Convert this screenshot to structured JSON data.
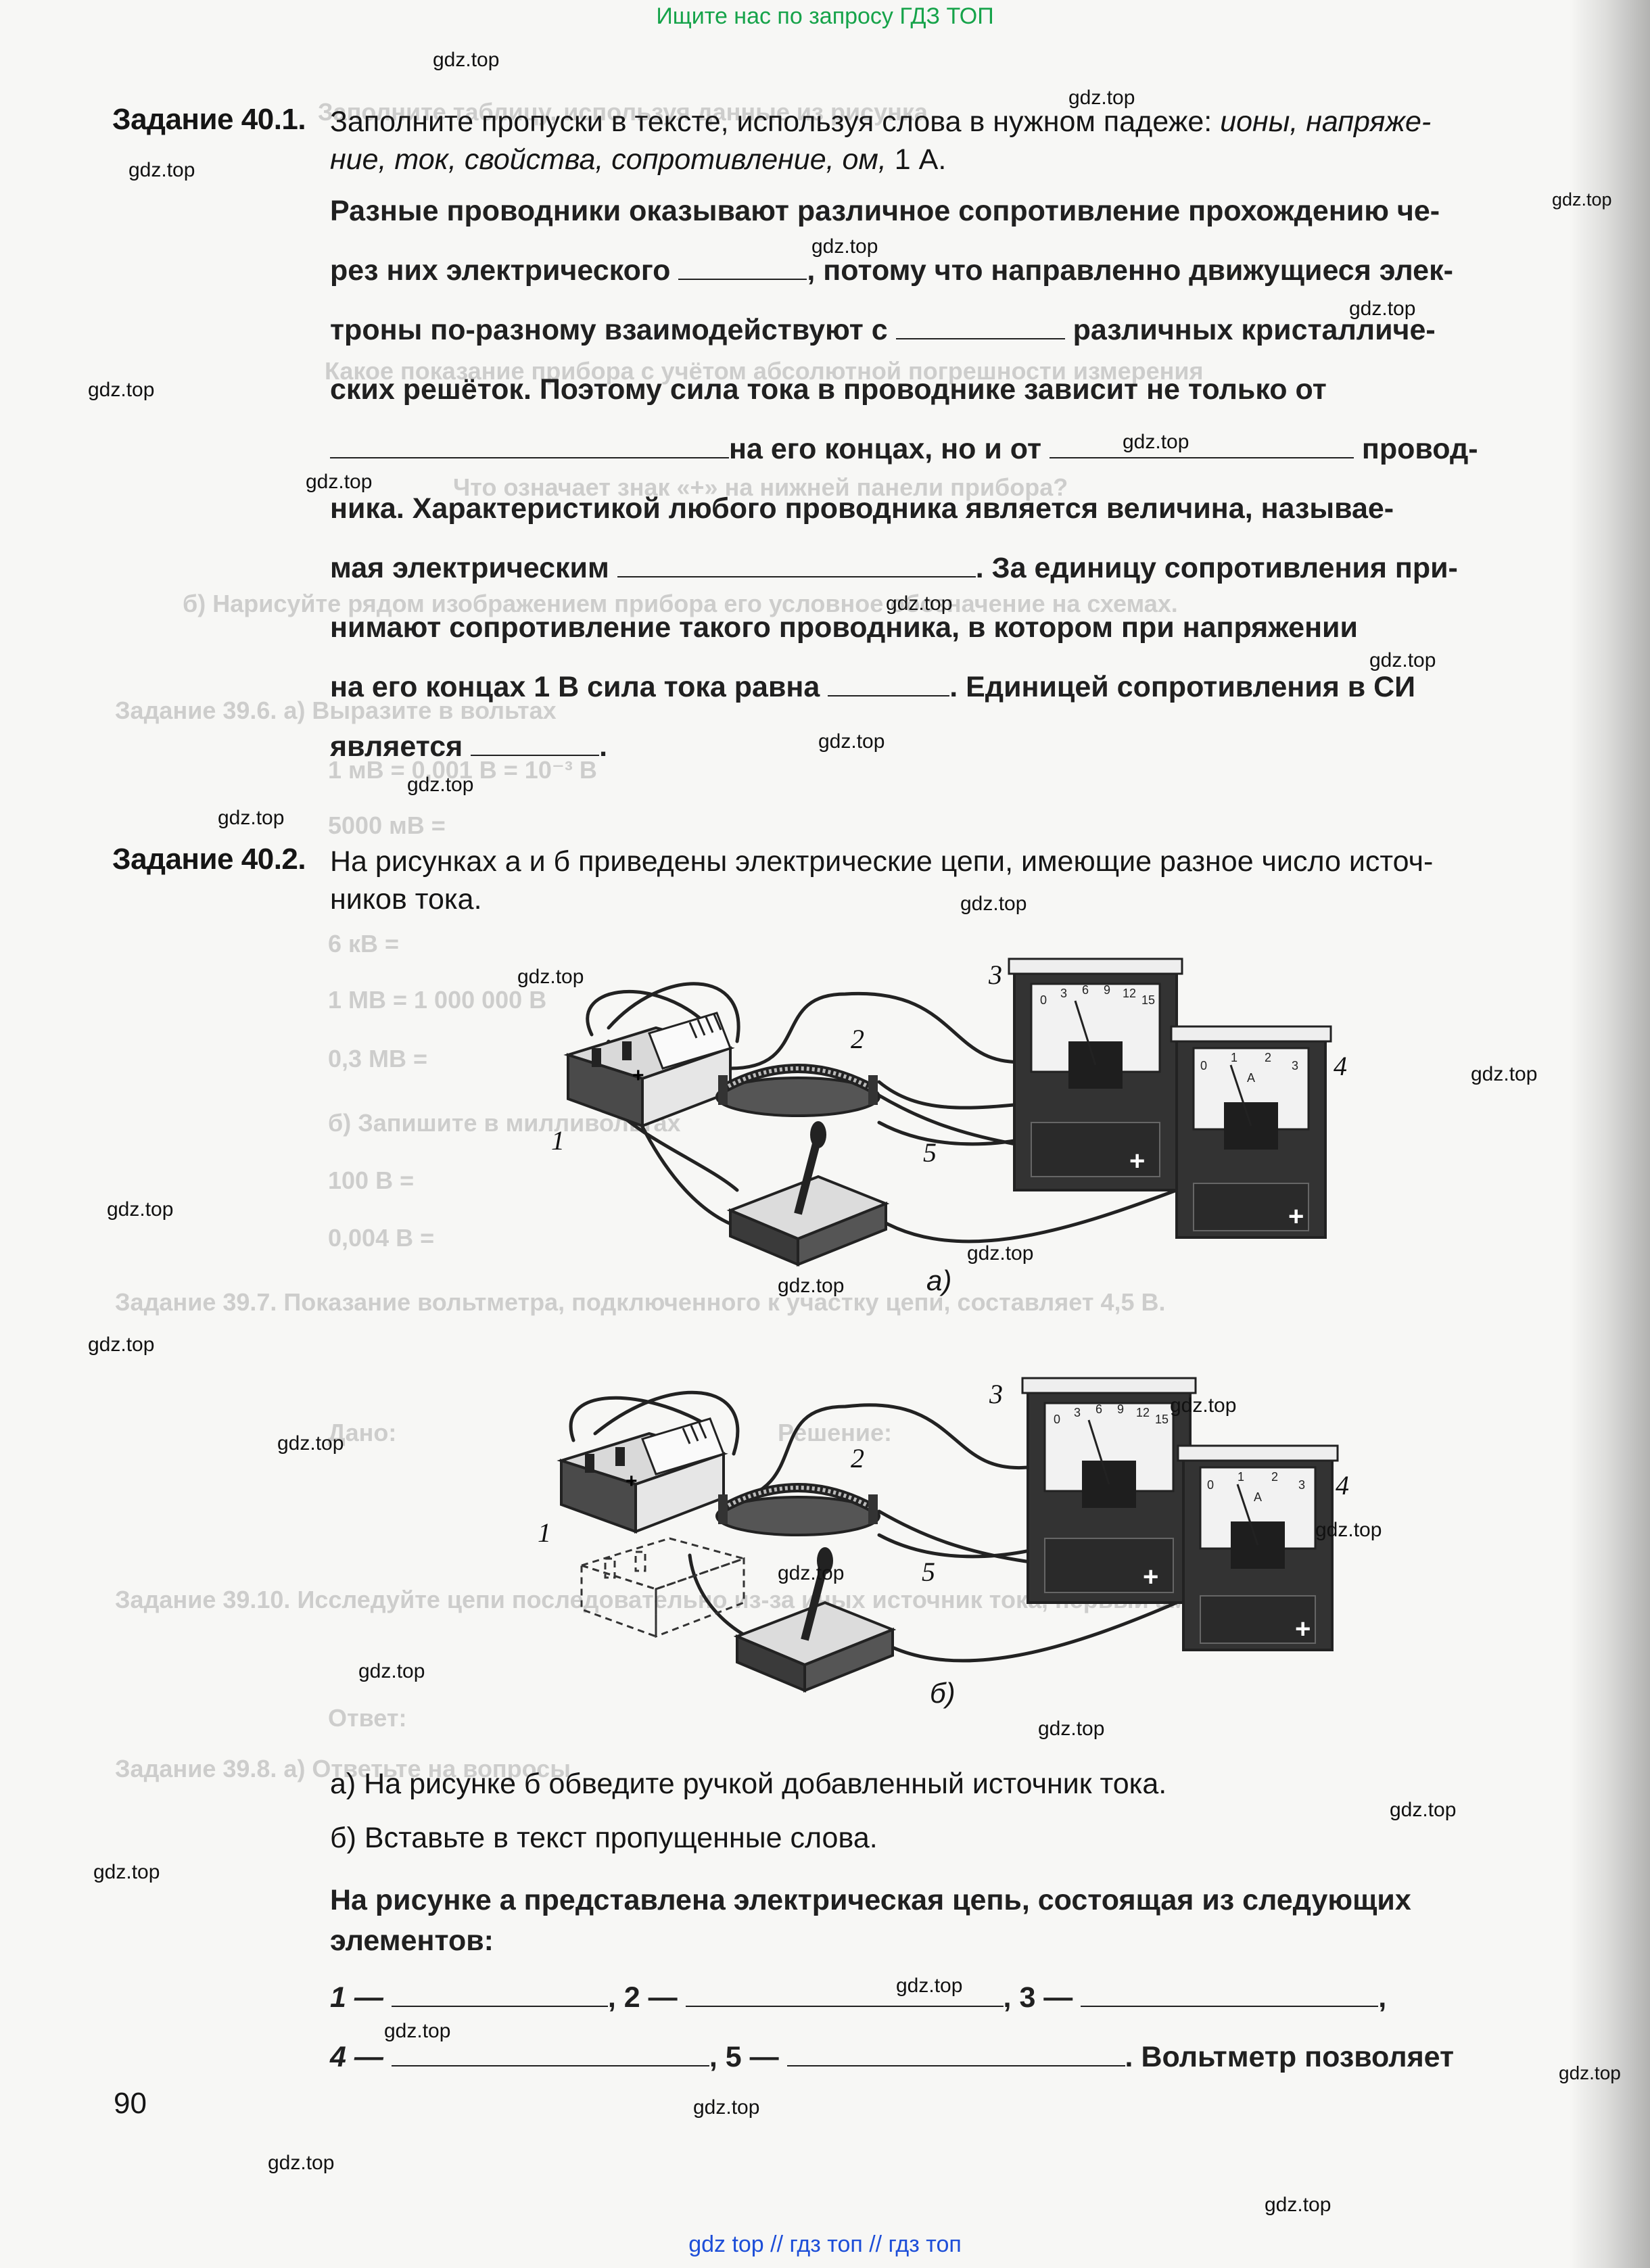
{
  "banner_top": "Ищите нас по запросу ГДЗ ТОП",
  "banner_bottom": "gdz top  //  гдз топ  //  гдз топ",
  "watermark": "gdz.top",
  "task1": {
    "label": "Задание 40.1.",
    "instruction_l1": "Заполните пропуски в тексте, используя слова в нужном падеже:",
    "instruction_words_l1": "ионы, напряже-",
    "instruction_words_l2": "ние, ток, свойства, сопротивление, ом,",
    "instruction_tail": "1 А.",
    "p1": "Разные проводники оказывают различное сопротивление прохождению че-",
    "p2a": "рез них электрического",
    "p2b": ", потому что направленно движущиеся элек-",
    "p3a": "троны по-разному взаимодействуют с",
    "p3b": "различных кристалличе-",
    "p4": "ских решёток. Поэтому сила тока в проводнике зависит не только от",
    "p5a": "на его концах, но и от",
    "p5b": "провод-",
    "p6": "ника. Характеристикой любого проводника является величина, называе-",
    "p7a": "мая электрическим",
    "p7b": ". За единицу сопротивления при-",
    "p8": "нимают сопротивление такого проводника, в котором при напряжении",
    "p9a": "на его концах 1 В сила тока равна",
    "p9b": ". Единицей сопротивления в СИ",
    "p10": "является"
  },
  "task2": {
    "label": "Задание 40.2.",
    "intro_l1": "На рисунках а и б приведены электрические цепи, имеющие разное число источ-",
    "intro_l2": "ников тока.",
    "fig_a_caption": "а)",
    "fig_b_caption": "б)",
    "callouts": [
      "1",
      "2",
      "3",
      "4",
      "5"
    ],
    "voltmeter_scale": [
      "0",
      "3",
      "6",
      "9",
      "12",
      "15"
    ],
    "ammeter_scale": [
      "0",
      "1",
      "2",
      "3"
    ],
    "ammeter_unit": "A",
    "qa": "а) На рисунке б обведите ручкой добавленный источник тока.",
    "qb": "б) Вставьте в текст пропущенные слова.",
    "t1": "На рисунке а представлена электрическая цепь, состоящая из следующих",
    "t2": "элементов:",
    "n1": "1 —",
    "n2": ", 2 —",
    "n3": ", 3 —",
    "n4": "4 —",
    "n5": ", 5 —",
    "tail": ". Вольтметр позволяет"
  },
  "page_number": "90",
  "bleed_through": {
    "l1": "Заполните таблицу, используя данные из рисунка",
    "l2": "Какое показание прибора с учётом абсолютной погрешности измерения",
    "l3": "Что означает знак «+» на нижней панели прибора?",
    "l4": "б) Нарисуйте рядом изображением прибора его условное обозначение на схемах.",
    "l5": "Задание 39.6. а) Выразите в вольтах",
    "l6": "1 мВ = 0,001 В = 10⁻³ В",
    "l7": "5000 мВ =",
    "l8": "6 кВ =",
    "l9": "1 МВ = 1 000 000 В",
    "l10": "0,3 МВ =",
    "l11": "б) Запишите в милливольтах",
    "l12": "100 В =",
    "l13": "0,004 В =",
    "l14": "Задание 39.7. Показание вольтметра, подключенного к участку цепи, составляет 4,5 В.",
    "l15": "Дано:",
    "l16": "Решение:",
    "l17": "Задание 39.10. Исследуйте цепи последовательно из-за иных источник тока, первый ам-",
    "l18": "Задание 39.8. а) Ответьте на вопросы",
    "l19": "Ответ:"
  }
}
